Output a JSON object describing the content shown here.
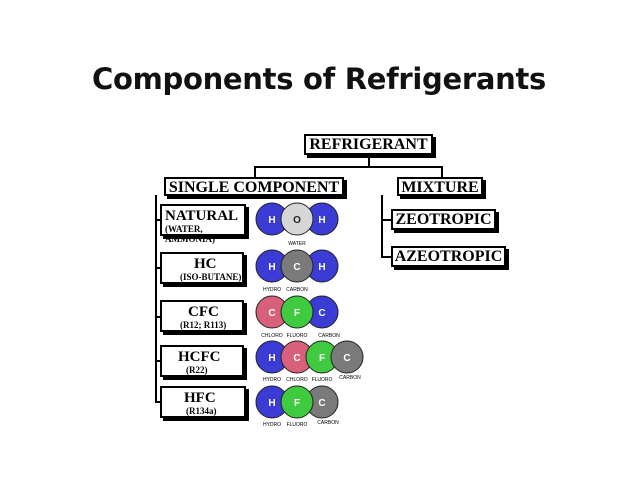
{
  "title": "Components of Refrigerants",
  "diagram": {
    "root": "REFRIGERANT",
    "single": "SINGLE COMPONENT",
    "mixture": "MIXTURE",
    "mixtures": [
      "ZEOTROPIC",
      "AZEOTROPIC"
    ],
    "categories": [
      {
        "name": "NATURAL",
        "sub": "(WATER, AMMONIA)"
      },
      {
        "name": "HC",
        "sub": "(ISO-BUTANE)"
      },
      {
        "name": "CFC",
        "sub": "(R12; R113)"
      },
      {
        "name": "HCFC",
        "sub": "(R22)"
      },
      {
        "name": "HFC",
        "sub": "(R134a)"
      }
    ],
    "molecules": [
      {
        "atoms": [
          "H",
          "O",
          "H"
        ],
        "labels": [
          "",
          "WATER",
          ""
        ]
      },
      {
        "atoms": [
          "H",
          "C",
          "H"
        ],
        "labels": [
          "HYDRO",
          "CARBON",
          ""
        ]
      },
      {
        "atoms": [
          "C",
          "F",
          "C"
        ],
        "labels": [
          "CHLORO",
          "FLUORO",
          "CARBON"
        ]
      },
      {
        "atoms": [
          "H",
          "C",
          "F",
          "C"
        ],
        "labels": [
          "HYDRO",
          "CHLORO",
          "FLUORO",
          "CARBON"
        ]
      },
      {
        "atoms": [
          "H",
          "F",
          "C"
        ],
        "labels": [
          "HYDRO",
          "FLUORO",
          "CARBON"
        ]
      }
    ],
    "colors": {
      "blue": "#3b3bd6",
      "white": "#d6d6d6",
      "gray": "#7a7a7a",
      "pink": "#d9607a",
      "green": "#3fca3f"
    }
  }
}
